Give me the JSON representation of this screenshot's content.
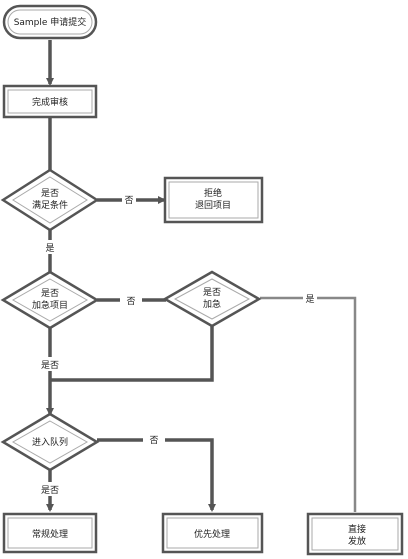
{
  "nodes": {
    "start": "Sample 申请提交",
    "review": "完成审核",
    "d1": [
      "是否",
      "满足条件"
    ],
    "r1": [
      "拒绝",
      "退回项目"
    ],
    "d2": [
      "是否",
      "加急项目"
    ],
    "d3": [
      "是否",
      "加急"
    ],
    "d4": "进入队列",
    "e1": "常规处理",
    "e2": "优先处理",
    "e3": [
      "直接",
      "发放"
    ]
  },
  "edges": {
    "d1_no": "否",
    "d1_yes": "是",
    "d2_no": "否",
    "d2_yes": "是否",
    "d3_yes": "是",
    "d4_no": "否",
    "d4_yes": "是否"
  },
  "colors": {
    "stroke": "#555555",
    "fill": "#ffffff",
    "text": "#222222"
  }
}
